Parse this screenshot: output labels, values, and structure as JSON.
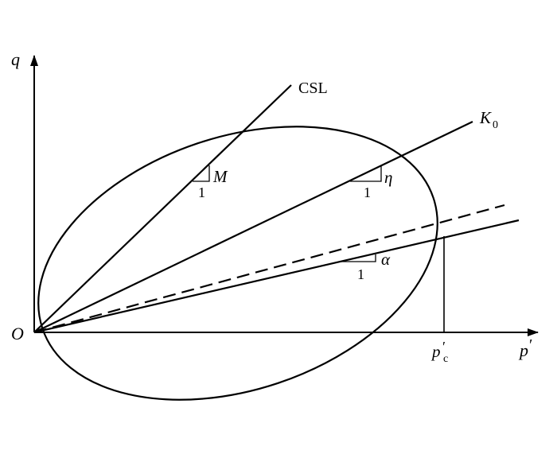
{
  "labels": {
    "axis_q": "q",
    "axis_p": "p",
    "axis_p_prime": "′",
    "origin": "O",
    "csl": "CSL",
    "k0_main": "K",
    "k0_sub": "0",
    "pc_main": "p",
    "pc_prime": "′",
    "pc_sub": "c",
    "M": "M",
    "eta": "η",
    "alpha": "α",
    "one_M": "1",
    "one_eta": "1",
    "one_alpha": "1"
  }
}
